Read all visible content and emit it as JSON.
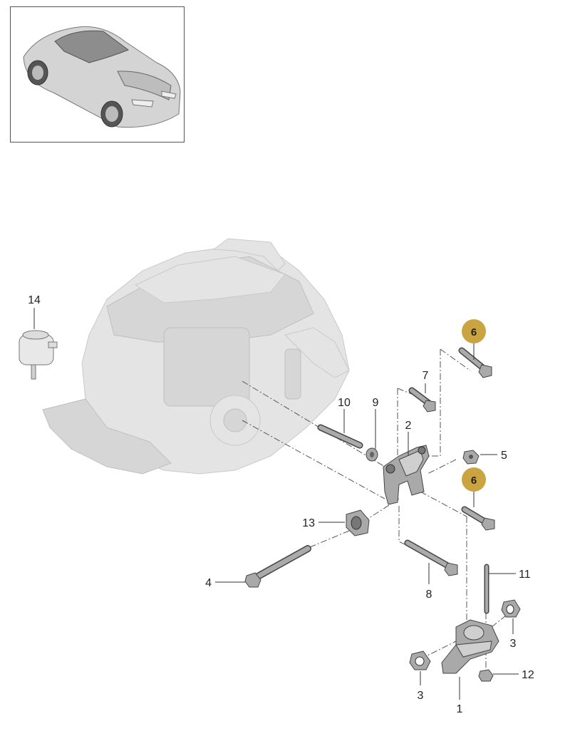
{
  "inset": {
    "icon": "car-thumbnail-icon"
  },
  "callouts": [
    {
      "id": "c14",
      "text": "14"
    },
    {
      "id": "c6a",
      "text": "6"
    },
    {
      "id": "c7",
      "text": "7"
    },
    {
      "id": "c10",
      "text": "10"
    },
    {
      "id": "c9",
      "text": "9"
    },
    {
      "id": "c2",
      "text": "2"
    },
    {
      "id": "c5",
      "text": "5"
    },
    {
      "id": "c6b",
      "text": "6"
    },
    {
      "id": "c13",
      "text": "13"
    },
    {
      "id": "c4",
      "text": "4"
    },
    {
      "id": "c8",
      "text": "8"
    },
    {
      "id": "c11",
      "text": "11"
    },
    {
      "id": "c3a",
      "text": "3"
    },
    {
      "id": "c3b",
      "text": "3"
    },
    {
      "id": "c12",
      "text": "12"
    },
    {
      "id": "c1",
      "text": "1"
    }
  ],
  "colors": {
    "badge": "#c9a440",
    "engine": "#e4e4e4",
    "part": "#a9a9a9"
  }
}
